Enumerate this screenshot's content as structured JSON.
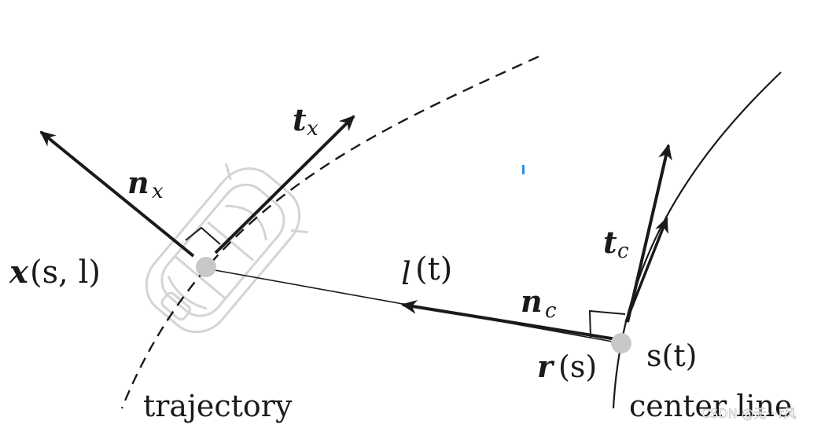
{
  "labels": {
    "x_pos": "x",
    "x_args": "(s, l)",
    "n_x": "n",
    "n_x_sub": "x",
    "t_x": "t",
    "t_x_sub": "x",
    "l_t": "l",
    "l_t_args": "(t)",
    "n_c": "n",
    "n_c_sub": "c",
    "t_c": "t",
    "t_c_sub": "c",
    "r_s": "r",
    "r_s_args": "(s)",
    "s_t": "s(t)",
    "trajectory": "trajectory",
    "center_line": "center line"
  },
  "watermark": "CSDN @无···r风",
  "colors": {
    "ink": "#1a1a1a",
    "point": "#c8c8c8",
    "car_outline": "#d6d6d6",
    "blue_dot": "#2a8fe0"
  }
}
